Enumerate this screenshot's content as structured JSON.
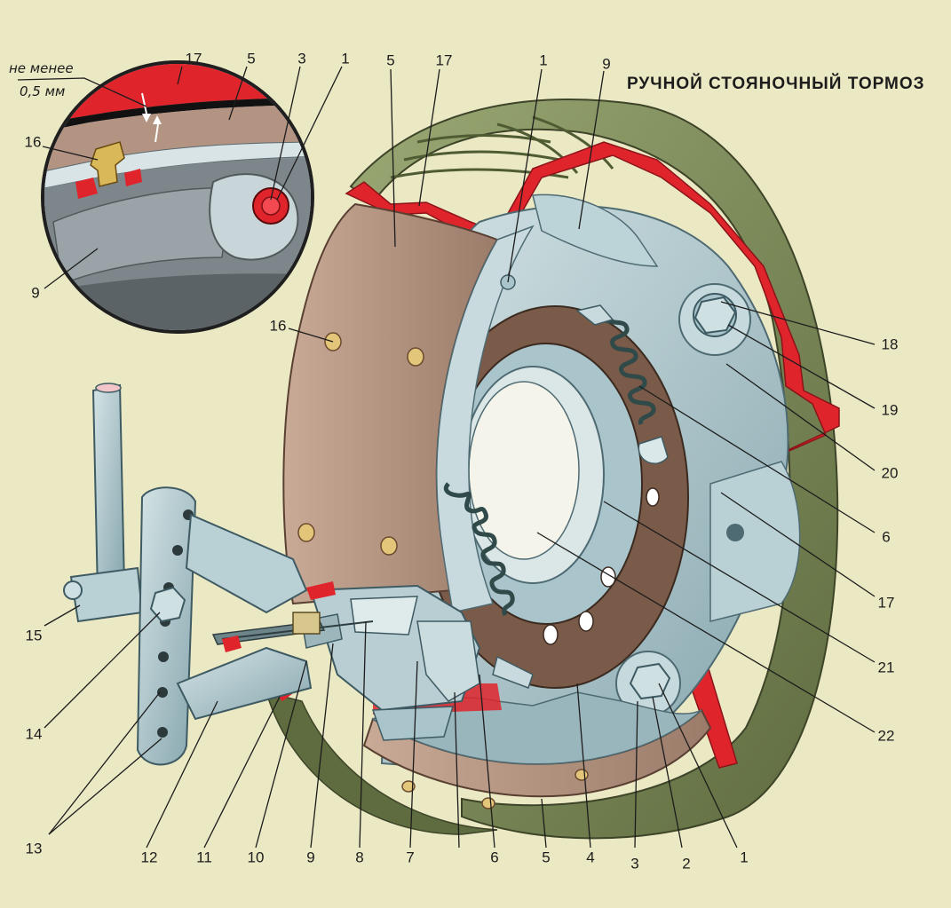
{
  "title": "РУЧНОЙ СТОЯНОЧНЫЙ ТОРМОЗ",
  "inset_note": {
    "line1": "не менее",
    "line2": "0,5 мм"
  },
  "callouts": {
    "c_17a": "17",
    "c_5a": "5",
    "c_3a": "3",
    "c_1a": "1",
    "c_16a": "16",
    "c_9a": "9",
    "c_5b": "5",
    "c_17b": "17",
    "c_1b": "1",
    "c_9b": "9",
    "c_16b": "16",
    "c_18": "18",
    "c_19": "19",
    "c_20": "20",
    "c_6a": "6",
    "c_17c": "17",
    "c_21": "21",
    "c_22": "22",
    "c_15": "15",
    "c_14": "14",
    "c_13": "13",
    "c_12": "12",
    "c_11": "11",
    "c_10": "10",
    "c_9c": "9",
    "c_8": "8",
    "c_7": "7",
    "c_6b": "6",
    "c_5c": "5",
    "c_4": "4",
    "c_3b": "3",
    "c_2": "2",
    "c_1c": "1"
  },
  "colors": {
    "background": "#ebe8c4",
    "drum_red": "#e0242c",
    "drum_green": "#7d8a5a",
    "lining_tan": "#b39482",
    "steel_blue": "#a9c4cb",
    "backing_brown": "#7a5a48",
    "spring_dark": "#2f4a48"
  }
}
